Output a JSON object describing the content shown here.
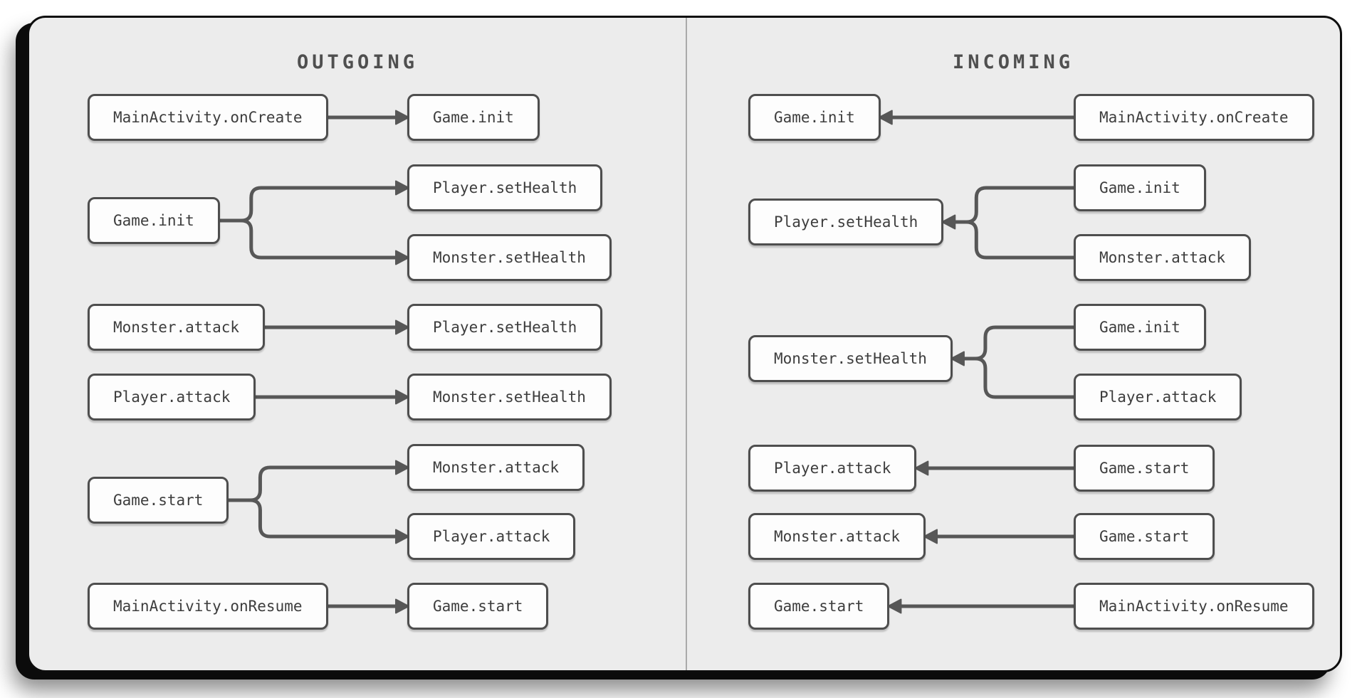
{
  "panels": [
    {
      "title": "OUTGOING",
      "dir": "outgoing",
      "groups": [
        {
          "source": "MainActivity.onCreate",
          "targets": [
            "Game.init"
          ]
        },
        {
          "source": "Game.init",
          "targets": [
            "Player.setHealth",
            "Monster.setHealth"
          ]
        },
        {
          "source": "Monster.attack",
          "targets": [
            "Player.setHealth"
          ]
        },
        {
          "source": "Player.attack",
          "targets": [
            "Monster.setHealth"
          ]
        },
        {
          "source": "Game.start",
          "targets": [
            "Monster.attack",
            "Player.attack"
          ]
        },
        {
          "source": "MainActivity.onResume",
          "targets": [
            "Game.start"
          ]
        }
      ]
    },
    {
      "title": "INCOMING",
      "dir": "incoming",
      "groups": [
        {
          "source": "Game.init",
          "targets": [
            "MainActivity.onCreate"
          ]
        },
        {
          "source": "Player.setHealth",
          "targets": [
            "Game.init",
            "Monster.attack"
          ]
        },
        {
          "source": "Monster.setHealth",
          "targets": [
            "Game.init",
            "Player.attack"
          ]
        },
        {
          "source": "Player.attack",
          "targets": [
            "Game.start"
          ]
        },
        {
          "source": "Monster.attack",
          "targets": [
            "Game.start"
          ]
        },
        {
          "source": "Game.start",
          "targets": [
            "MainActivity.onResume"
          ]
        }
      ]
    }
  ],
  "colors": {
    "card_bg": "#ececec",
    "card_border": "#0d0d0d",
    "node_bg": "#fdfdfd",
    "node_border": "#4e4e4e",
    "edge": "#575757",
    "text": "#3d3d3d",
    "title": "#4f4f4f",
    "divider": "#aaaaaa"
  }
}
